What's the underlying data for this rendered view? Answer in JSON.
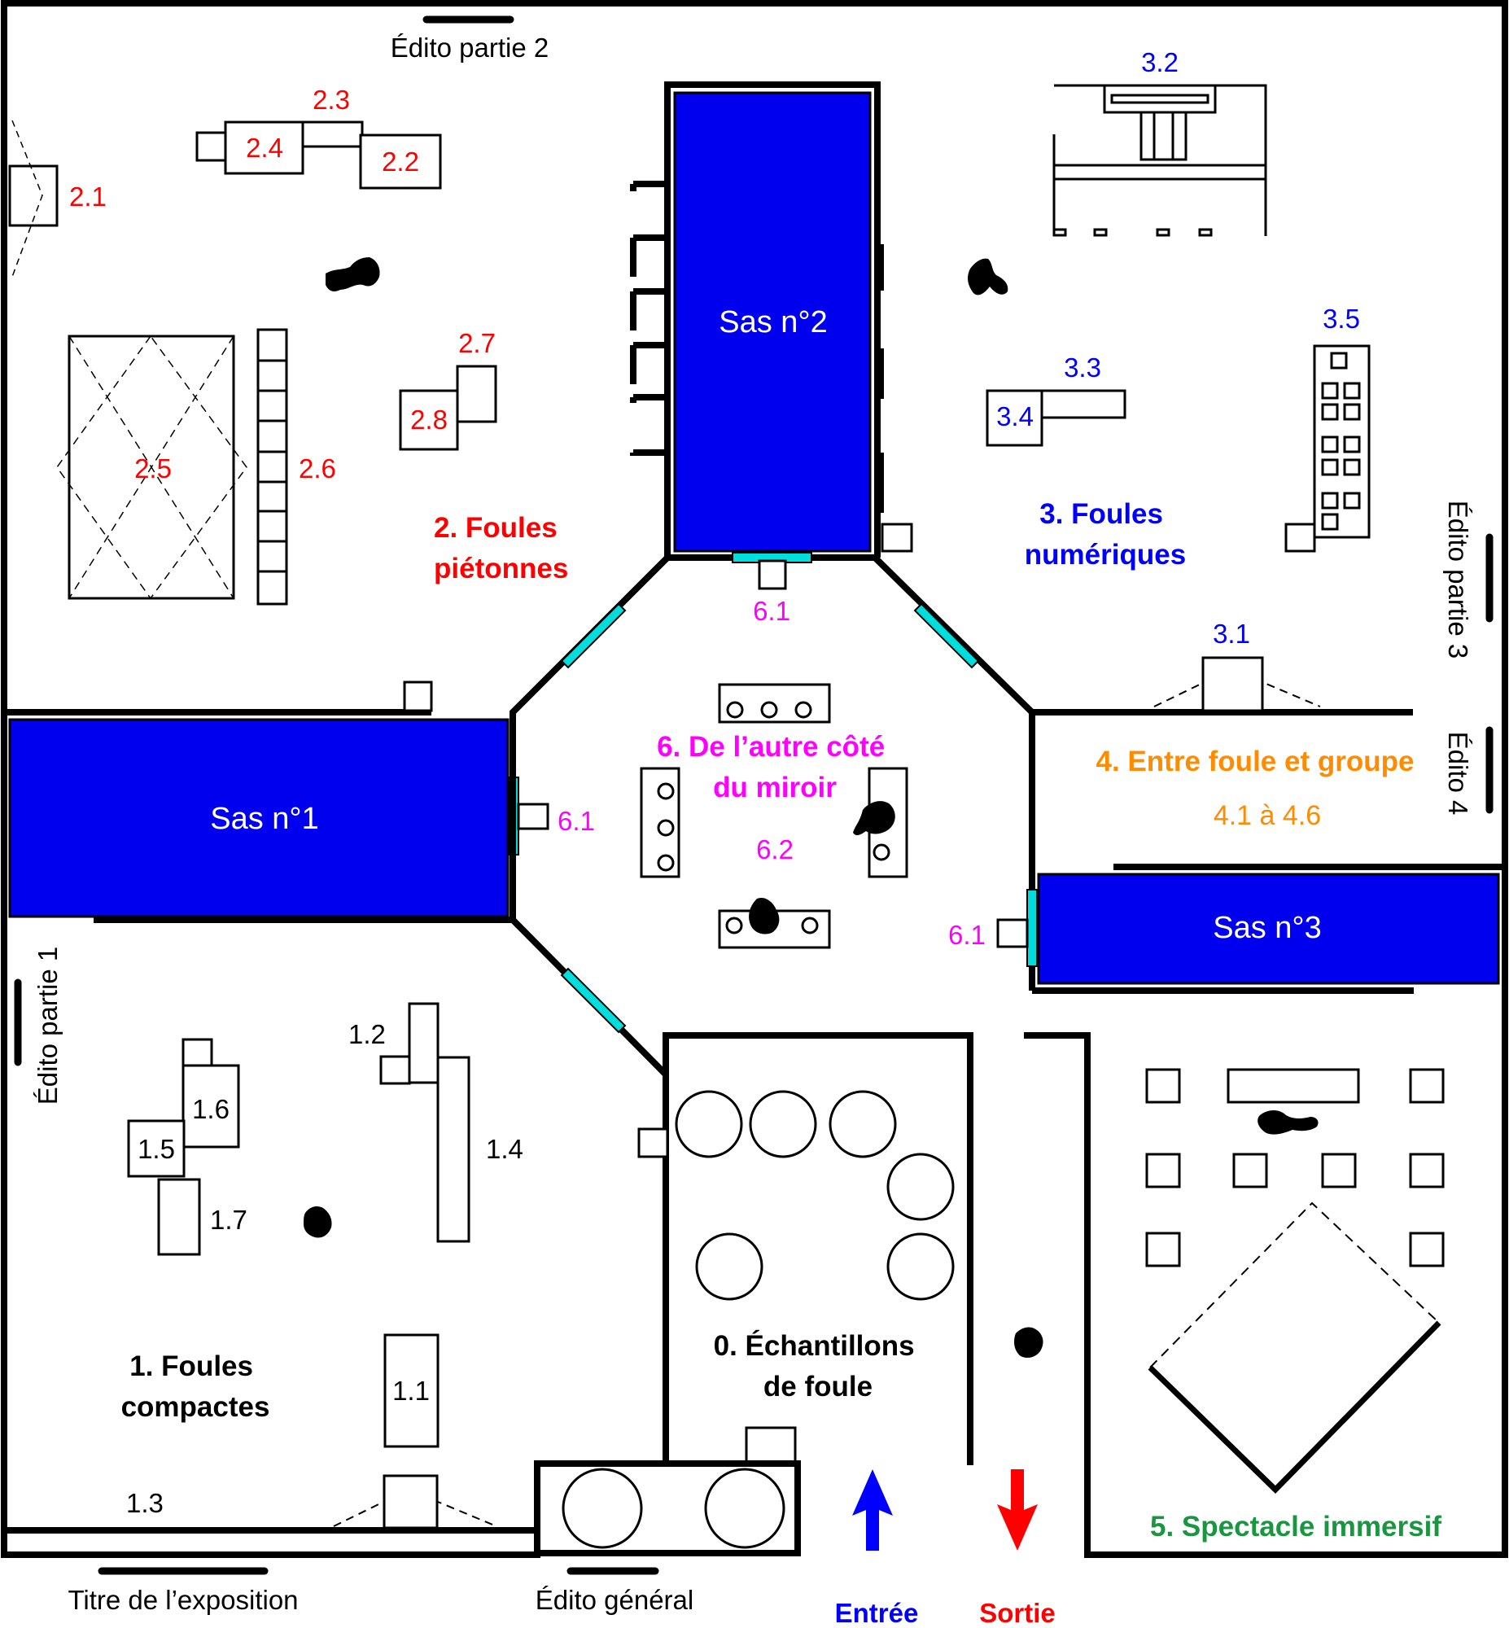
{
  "colors": {
    "wall": "#000000",
    "sas_fill": "#0000ee",
    "glass": "#00dddd",
    "zone1": "#000000",
    "zone2": "#ff0000",
    "zone3": "#0000ff",
    "zone4": "#ff8c00",
    "zone5": "#1a9641",
    "zone6": "#ff00ff",
    "entree_arrow": "#0000ff",
    "sortie_arrow": "#ff0000"
  },
  "rooms": {
    "sas1": "Sas n°1",
    "sas2": "Sas n°2",
    "sas3": "Sas n°3"
  },
  "zones": {
    "z0": [
      "0. Échantillons",
      "de foule"
    ],
    "z1": [
      "1. Foules",
      "compactes"
    ],
    "z2": [
      "2. Foules",
      "piétonnes"
    ],
    "z3": [
      "3. Foules",
      "numériques"
    ],
    "z4": "4. Entre foule et groupe",
    "z4_range": "4.1 à 4.6",
    "z5": "5. Spectacle immersif",
    "z6": [
      "6. De l’autre côté",
      "du miroir"
    ]
  },
  "edito": {
    "p1": "Édito partie 1",
    "p2": "Édito partie 2",
    "p3": "Édito partie 3",
    "p4": "Édito 4",
    "general": "Édito général",
    "titre": "Titre de l’exposition"
  },
  "flow": {
    "entree": "Entrée",
    "sortie": "Sortie"
  },
  "exhibits": {
    "e1_1": "1.1",
    "e1_2": "1.2",
    "e1_3": "1.3",
    "e1_4": "1.4",
    "e1_5": "1.5",
    "e1_6": "1.6",
    "e1_7": "1.7",
    "e2_1": "2.1",
    "e2_2": "2.2",
    "e2_3": "2.3",
    "e2_4": "2.4",
    "e2_5": "2.5",
    "e2_6": "2.6",
    "e2_7": "2.7",
    "e2_8": "2.8",
    "e3_1": "3.1",
    "e3_2": "3.2",
    "e3_3": "3.3",
    "e3_4": "3.4",
    "e3_5": "3.5",
    "e6_1": "6.1",
    "e6_2": "6.2"
  }
}
